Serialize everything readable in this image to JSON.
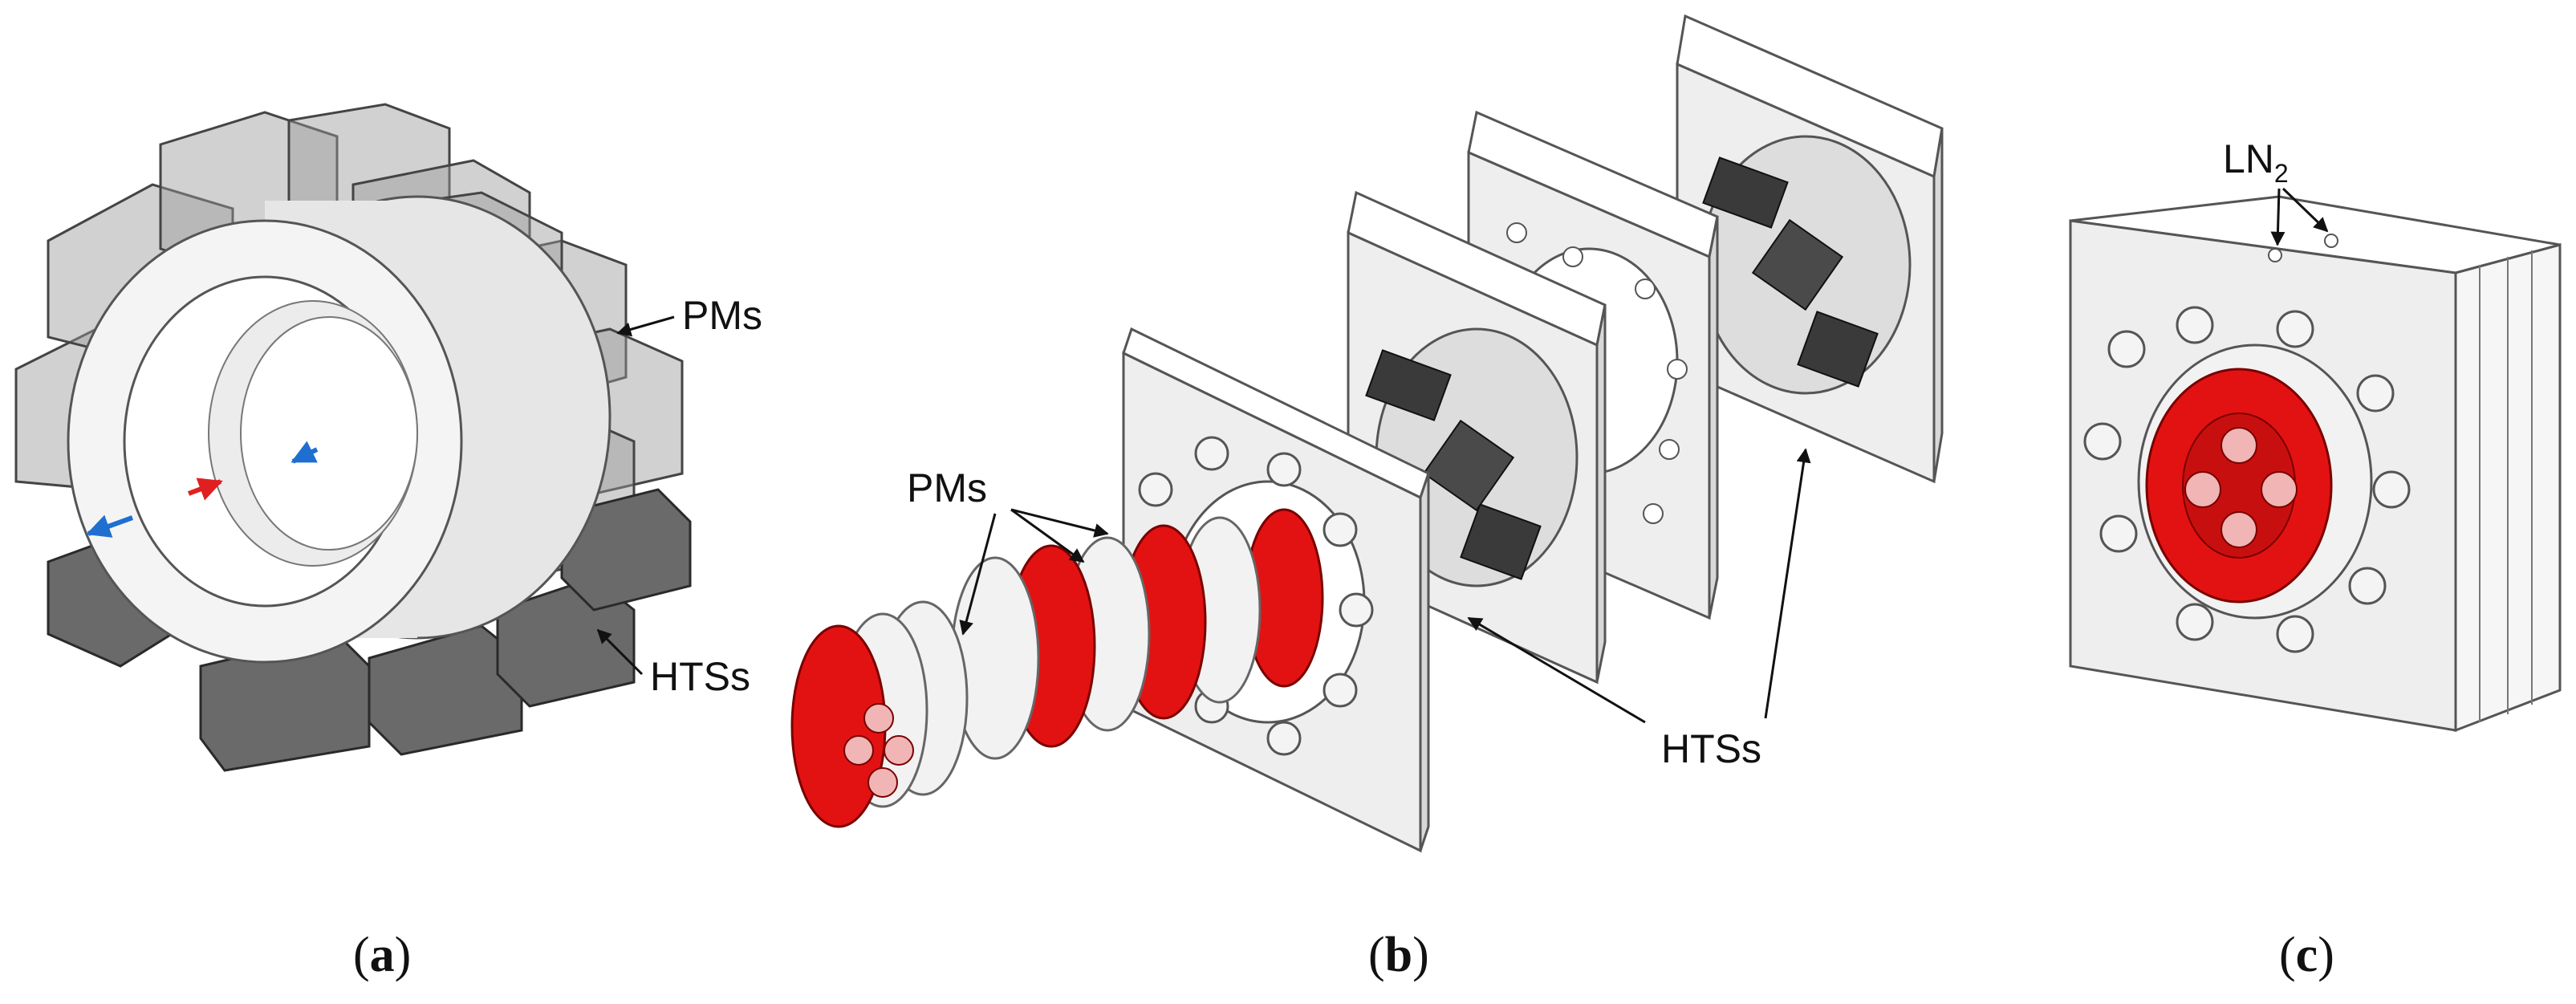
{
  "panel_a": {
    "label_pms": "PMs",
    "label_htss": "HTSs",
    "caption_open": "(",
    "caption_letter": "a",
    "caption_close": ")"
  },
  "panel_b": {
    "label_pms": "PMs",
    "label_htss": "HTSs",
    "caption_open": "(",
    "caption_letter": "b",
    "caption_close": ")"
  },
  "panel_c": {
    "label_ln": "LN",
    "label_ln_sub": "2",
    "caption_open": "(",
    "caption_letter": "c",
    "caption_close": ")"
  },
  "colors": {
    "magnet_red": "#e31212",
    "ring_white": "#f2f2f2",
    "plate": "#eeeeee",
    "hts_dark": "#3a3a3a",
    "translucent_block": "#9a9a9a",
    "arrow_blue": "#1f6fd1",
    "arrow_red": "#e02020"
  }
}
